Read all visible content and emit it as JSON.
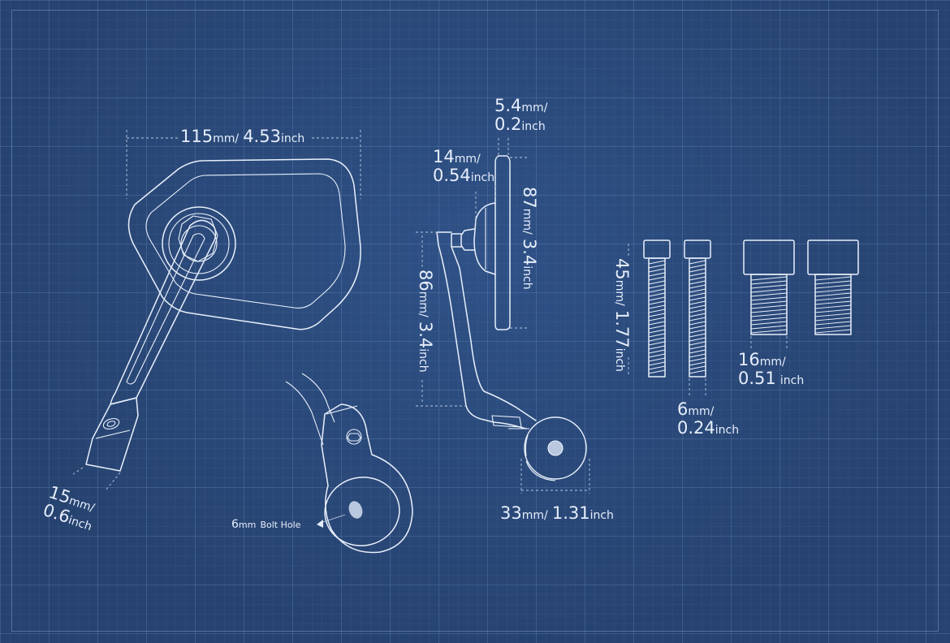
{
  "dimensions": {
    "width": {
      "value": "115",
      "unit": "mm",
      "imperial": "4.53",
      "imperial_unit": "inch"
    },
    "arm_width": {
      "value": "15",
      "unit": "mm",
      "imperial": "0.6",
      "imperial_unit": "inch"
    },
    "glass_thickness": {
      "value": "5.4",
      "unit": "mm",
      "imperial": "0.2",
      "imperial_unit": "inch"
    },
    "mount_depth": {
      "value": "14",
      "unit": "mm",
      "imperial": "0.54",
      "imperial_unit": "inch"
    },
    "mirror_height": {
      "value": "87",
      "unit": "mm",
      "imperial": "3.4",
      "imperial_unit": "inch"
    },
    "arm_height": {
      "value": "86",
      "unit": "mm",
      "imperial": "3.4",
      "imperial_unit": "inch"
    },
    "clamp_diameter": {
      "value": "33",
      "unit": "mm",
      "imperial": "1.31",
      "imperial_unit": "inch"
    },
    "long_bolt_length": {
      "value": "45",
      "unit": "mm",
      "imperial": "1.77",
      "imperial_unit": "inch"
    },
    "long_bolt_diameter": {
      "value": "6",
      "unit": "mm",
      "imperial": "0.24",
      "imperial_unit": "inch"
    },
    "short_bolt_length": {
      "value": "16",
      "unit": "mm",
      "imperial": "0.51",
      "imperial_unit": "inch"
    }
  },
  "callouts": {
    "bolt_hole": {
      "value": "6",
      "unit": "mm",
      "text": "Bolt Hole"
    }
  },
  "separator": "/",
  "colors": {
    "background": "#284676",
    "line": "#e8f0fb",
    "dimension": "#b7c9e4"
  }
}
